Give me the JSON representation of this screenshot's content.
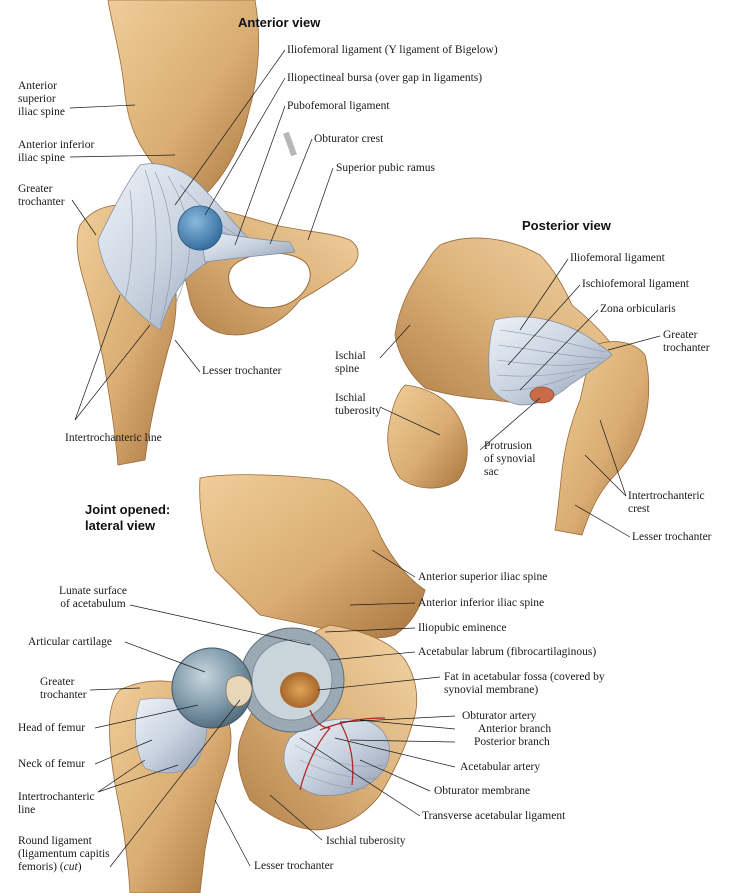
{
  "panels": {
    "anterior": {
      "title": "Anterior view",
      "labels": {
        "iliofemoral": "Iliofemoral ligament (Y ligament of Bigelow)",
        "iliopectineal_bursa": "Iliopectineal bursa (over gap in ligaments)",
        "pubofemoral": "Pubofemoral ligament",
        "obturator_crest": "Obturator crest",
        "superior_pubic_ramus": "Superior pubic ramus",
        "asis": "Anterior\nsuperior\niliac spine",
        "aiis": "Anterior inferior\niliac spine",
        "greater_trochanter": "Greater\ntrochanter",
        "lesser_trochanter": "Lesser trochanter",
        "intertrochanteric_line": "Intertrochanteric line"
      }
    },
    "posterior": {
      "title": "Posterior view",
      "labels": {
        "iliofemoral": "Iliofemoral ligament",
        "ischiofemoral": "Ischiofemoral ligament",
        "zona_orbicularis": "Zona orbicularis",
        "greater_trochanter": "Greater\ntrochanter",
        "ischial_spine": "Ischial\nspine",
        "ischial_tuberosity": "Ischial\ntuberosity",
        "protrusion": "Protrusion\nof synovial\nsac",
        "intertrochanteric_crest": "Intertrochanteric\ncrest",
        "lesser_trochanter": "Lesser trochanter"
      }
    },
    "lateral": {
      "title": "Joint opened:\nlateral view",
      "labels": {
        "lunate_surface": "Lunate surface\nof acetabulum",
        "articular_cartilage": "Articular cartilage",
        "greater_trochanter": "Greater\ntrochanter",
        "head_of_femur": "Head of femur",
        "neck_of_femur": "Neck of femur",
        "intertrochanteric_line": "Intertrochanteric\nline",
        "round_ligament": "Round ligament\n(ligamentum capitis\nfemoris) (cut)",
        "asis": "Anterior superior iliac spine",
        "aiis": "Anterior inferior iliac spine",
        "iliopubic_eminence": "Iliopubic eminence",
        "acetabular_labrum": "Acetabular labrum (fibrocartilaginous)",
        "fat_in_fossa": "Fat in acetabular fossa (covered by\nsynovial membrane)",
        "obturator_artery": "Obturator artery",
        "anterior_branch": "Anterior branch",
        "posterior_branch": "Posterior branch",
        "acetabular_artery": "Acetabular artery",
        "obturator_membrane": "Obturator membrane",
        "transverse_acetabular_ligament": "Transverse acetabular ligament",
        "ischial_tuberosity": "Ischial tuberosity",
        "lesser_trochanter": "Lesser trochanter"
      }
    }
  },
  "colors": {
    "bone": "#d9ad73",
    "bone_shadow": "#b07d45",
    "bone_highlight": "#f1d3a4",
    "ligament": "#c9d3e0",
    "ligament_shadow": "#8f9db2",
    "bursa": "#4f88b8",
    "cartilage": "#7d97a8",
    "cartilage_light": "#b5c7d2",
    "artery": "#b0201c",
    "fat": "#c98a3c"
  }
}
